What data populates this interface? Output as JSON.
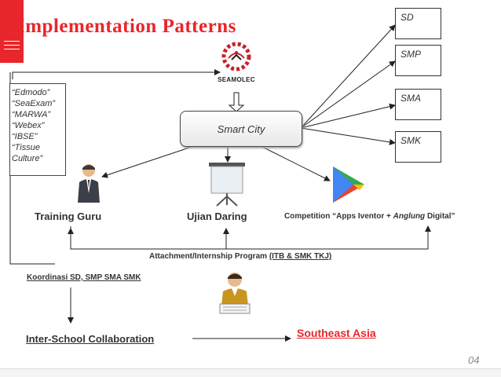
{
  "title": "Implementation Patterns",
  "levels": [
    "SD",
    "SMP",
    "SMA",
    "SMK"
  ],
  "logo_text": "SEAMOLEC",
  "center": "Smart City",
  "left_list": [
    "“Edmodo”",
    "“SeaExam”",
    "“MARWA”",
    "“Webex”",
    "“IBSE”",
    "“Tissue",
    "Culture”"
  ],
  "nodes": {
    "training": "Training Guru",
    "ujian": "Ujian Daring",
    "competition_pre": "Competition “Apps Iventor + ",
    "competition_em": "Anglung",
    "competition_post": " Digital”",
    "attachment": "Attachment/Internship Program ",
    "attachment_u": "(ITB & SMK TKJ)",
    "koordinasi": "Koordinasi SD, SMP SMA SMK",
    "interschool": "Inter-School Collaboration",
    "southeast": "Southeast Asia"
  },
  "page_number": "04",
  "colors": {
    "accent": "#e8262b",
    "text": "#333333"
  },
  "icons": [
    "seamolec-logo-icon",
    "businessman-icon",
    "projector-screen-icon",
    "play-store-icon",
    "worker-icon"
  ]
}
